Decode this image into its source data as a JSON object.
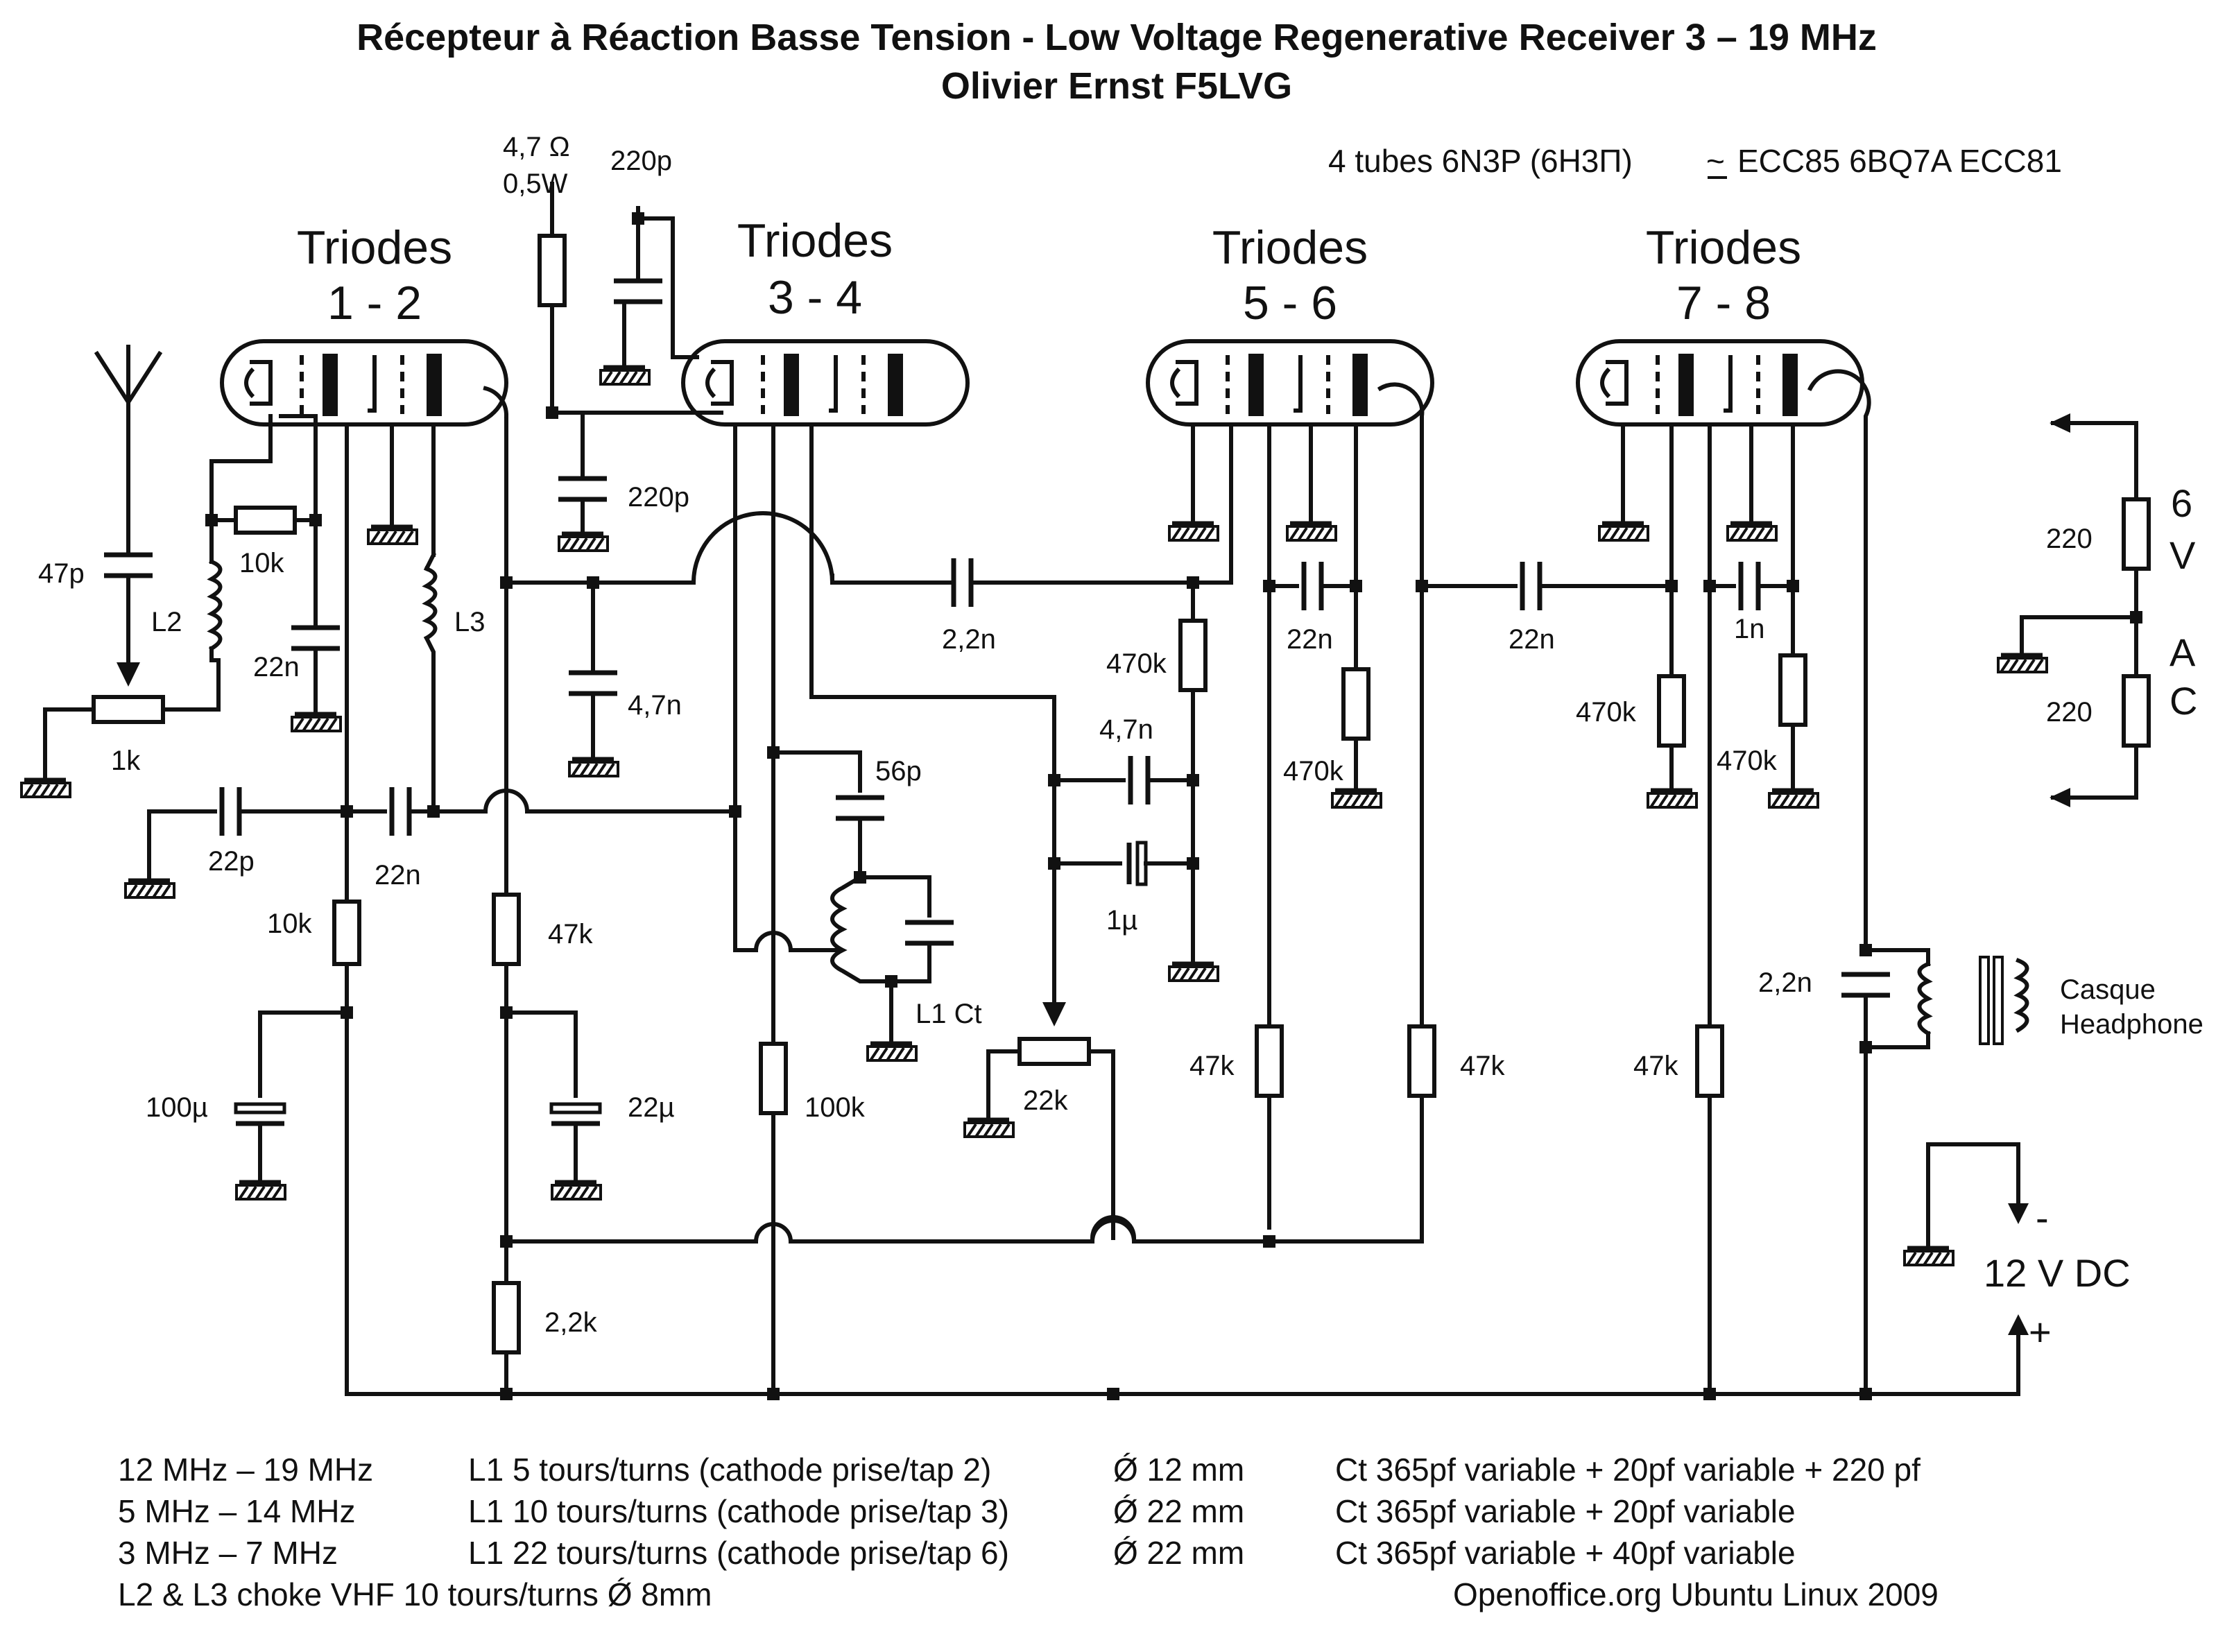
{
  "title": {
    "line1": "Récepteur à Réaction Basse Tension - Low Voltage Regenerative Receiver  3 – 19 MHz",
    "line2": "Olivier Ernst F5LVG"
  },
  "tubes_note": "4 tubes 6N3P (6Н3П)",
  "tubes_equiv": "ECC85 6BQ7A ECC81",
  "tube_groups": [
    {
      "line1": "Triodes",
      "line2": "1 - 2"
    },
    {
      "line1": "Triodes",
      "line2": "3 - 4"
    },
    {
      "line1": "Triodes",
      "line2": "5 - 6"
    },
    {
      "line1": "Triodes",
      "line2": "7 - 8"
    }
  ],
  "components": {
    "r_4_7ohm": "4,7 Ω",
    "r_4_7ohm_w": "0,5W",
    "c_220p_top": "220p",
    "c_220p_mid": "220p",
    "c_47p": "47p",
    "r_10k_top": "10k",
    "l2": "L2",
    "l3": "L3",
    "c_22n_a": "22n",
    "pot_1k": "1k",
    "c_22p": "22p",
    "c_22n_b": "22n",
    "r_10k": "10k",
    "c_100u": "100µ",
    "r_47k_a": "47k",
    "c_22u": "22µ",
    "c_4_7n_a": "4,7n",
    "r_2_2k": "2,2k",
    "c_56p": "56p",
    "l1_ct": "L1 Ct",
    "r_100k": "100k",
    "c_2_2n_a": "2,2n",
    "r_470k_a": "470k",
    "c_4_7n_b": "4,7n",
    "c_1u": "1µ",
    "pot_22k": "22k",
    "r_47k_b": "47k",
    "c_22n_c": "22n",
    "r_470k_b": "470k",
    "r_47k_c": "47k",
    "c_22n_d": "22n",
    "c_1n": "1n",
    "r_470k_c": "470k",
    "r_470k_d": "470k",
    "r_47k_d": "47k",
    "c_2_2n_b": "2,2n",
    "headphone_1": "Casque",
    "headphone_2": "Headphone",
    "r_220_a": "220",
    "r_220_b": "220"
  },
  "supply": {
    "ac_6": "6",
    "ac_v": "V",
    "ac_a": "A",
    "ac_c": "C",
    "dc_minus": "-",
    "dc_label": "12 V DC",
    "dc_plus": "+"
  },
  "notes": {
    "rows": [
      {
        "band": "12 MHz – 19 MHz",
        "coil": "L1 5 tours/turns (cathode prise/tap 2)",
        "dia": "Ǿ 12 mm",
        "ct": "Ct 365pf variable + 20pf variable + 220 pf"
      },
      {
        "band": "5 MHz – 14 MHz",
        "coil": "L1 10 tours/turns (cathode prise/tap 3)",
        "dia": "Ǿ 22 mm",
        "ct": "Ct 365pf variable + 20pf variable"
      },
      {
        "band": "3 MHz – 7 MHz",
        "coil": "L1 22 tours/turns (cathode prise/tap 6)",
        "dia": "Ǿ 22 mm",
        "ct": "Ct 365pf variable + 40pf variable"
      }
    ],
    "chokes": "L2 & L3 choke VHF 10 tours/turns  Ǿ 8mm",
    "footer": "Openoffice.org Ubuntu Linux 2009"
  }
}
